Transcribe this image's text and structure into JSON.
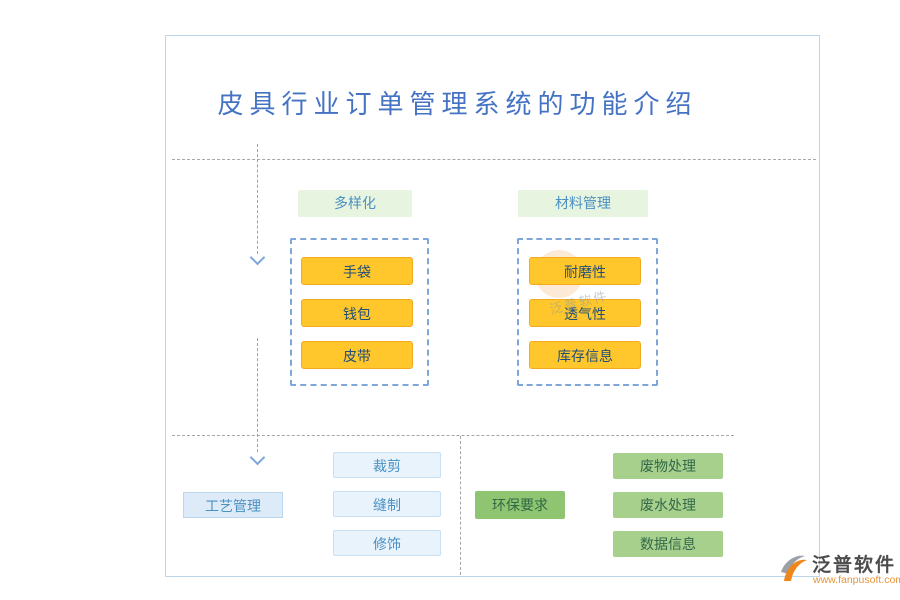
{
  "title": "皮具行业订单管理系统的功能介绍",
  "groups": {
    "diversity": {
      "label": "多样化",
      "items": [
        "手袋",
        "钱包",
        "皮带"
      ]
    },
    "material": {
      "label": "材料管理",
      "items": [
        "耐磨性",
        "透气性",
        "库存信息"
      ]
    },
    "process": {
      "label": "工艺管理",
      "items": [
        "裁剪",
        "缝制",
        "修饰"
      ]
    },
    "environment": {
      "label": "环保要求",
      "items": [
        "废物处理",
        "废水处理",
        "数据信息"
      ]
    }
  },
  "branding": {
    "name": "泛普软件",
    "url": "www.fanpusoft.com",
    "watermark": "泛普软件"
  },
  "colors": {
    "title_blue": "#4573C4",
    "frame_border": "#BCD6EC",
    "item_yellow_bg": "#FFC72C",
    "item_yellow_text": "#1F4E79",
    "mint_label_bg": "#E7F4DF",
    "blue_item_bg": "#E9F3FC",
    "blue_text": "#4A90C2",
    "green_label_bg": "#8FC470",
    "green_item_bg": "#A7D08C",
    "dashed_box_blue": "#7EA6D9",
    "brand_orange": "#F08519"
  }
}
